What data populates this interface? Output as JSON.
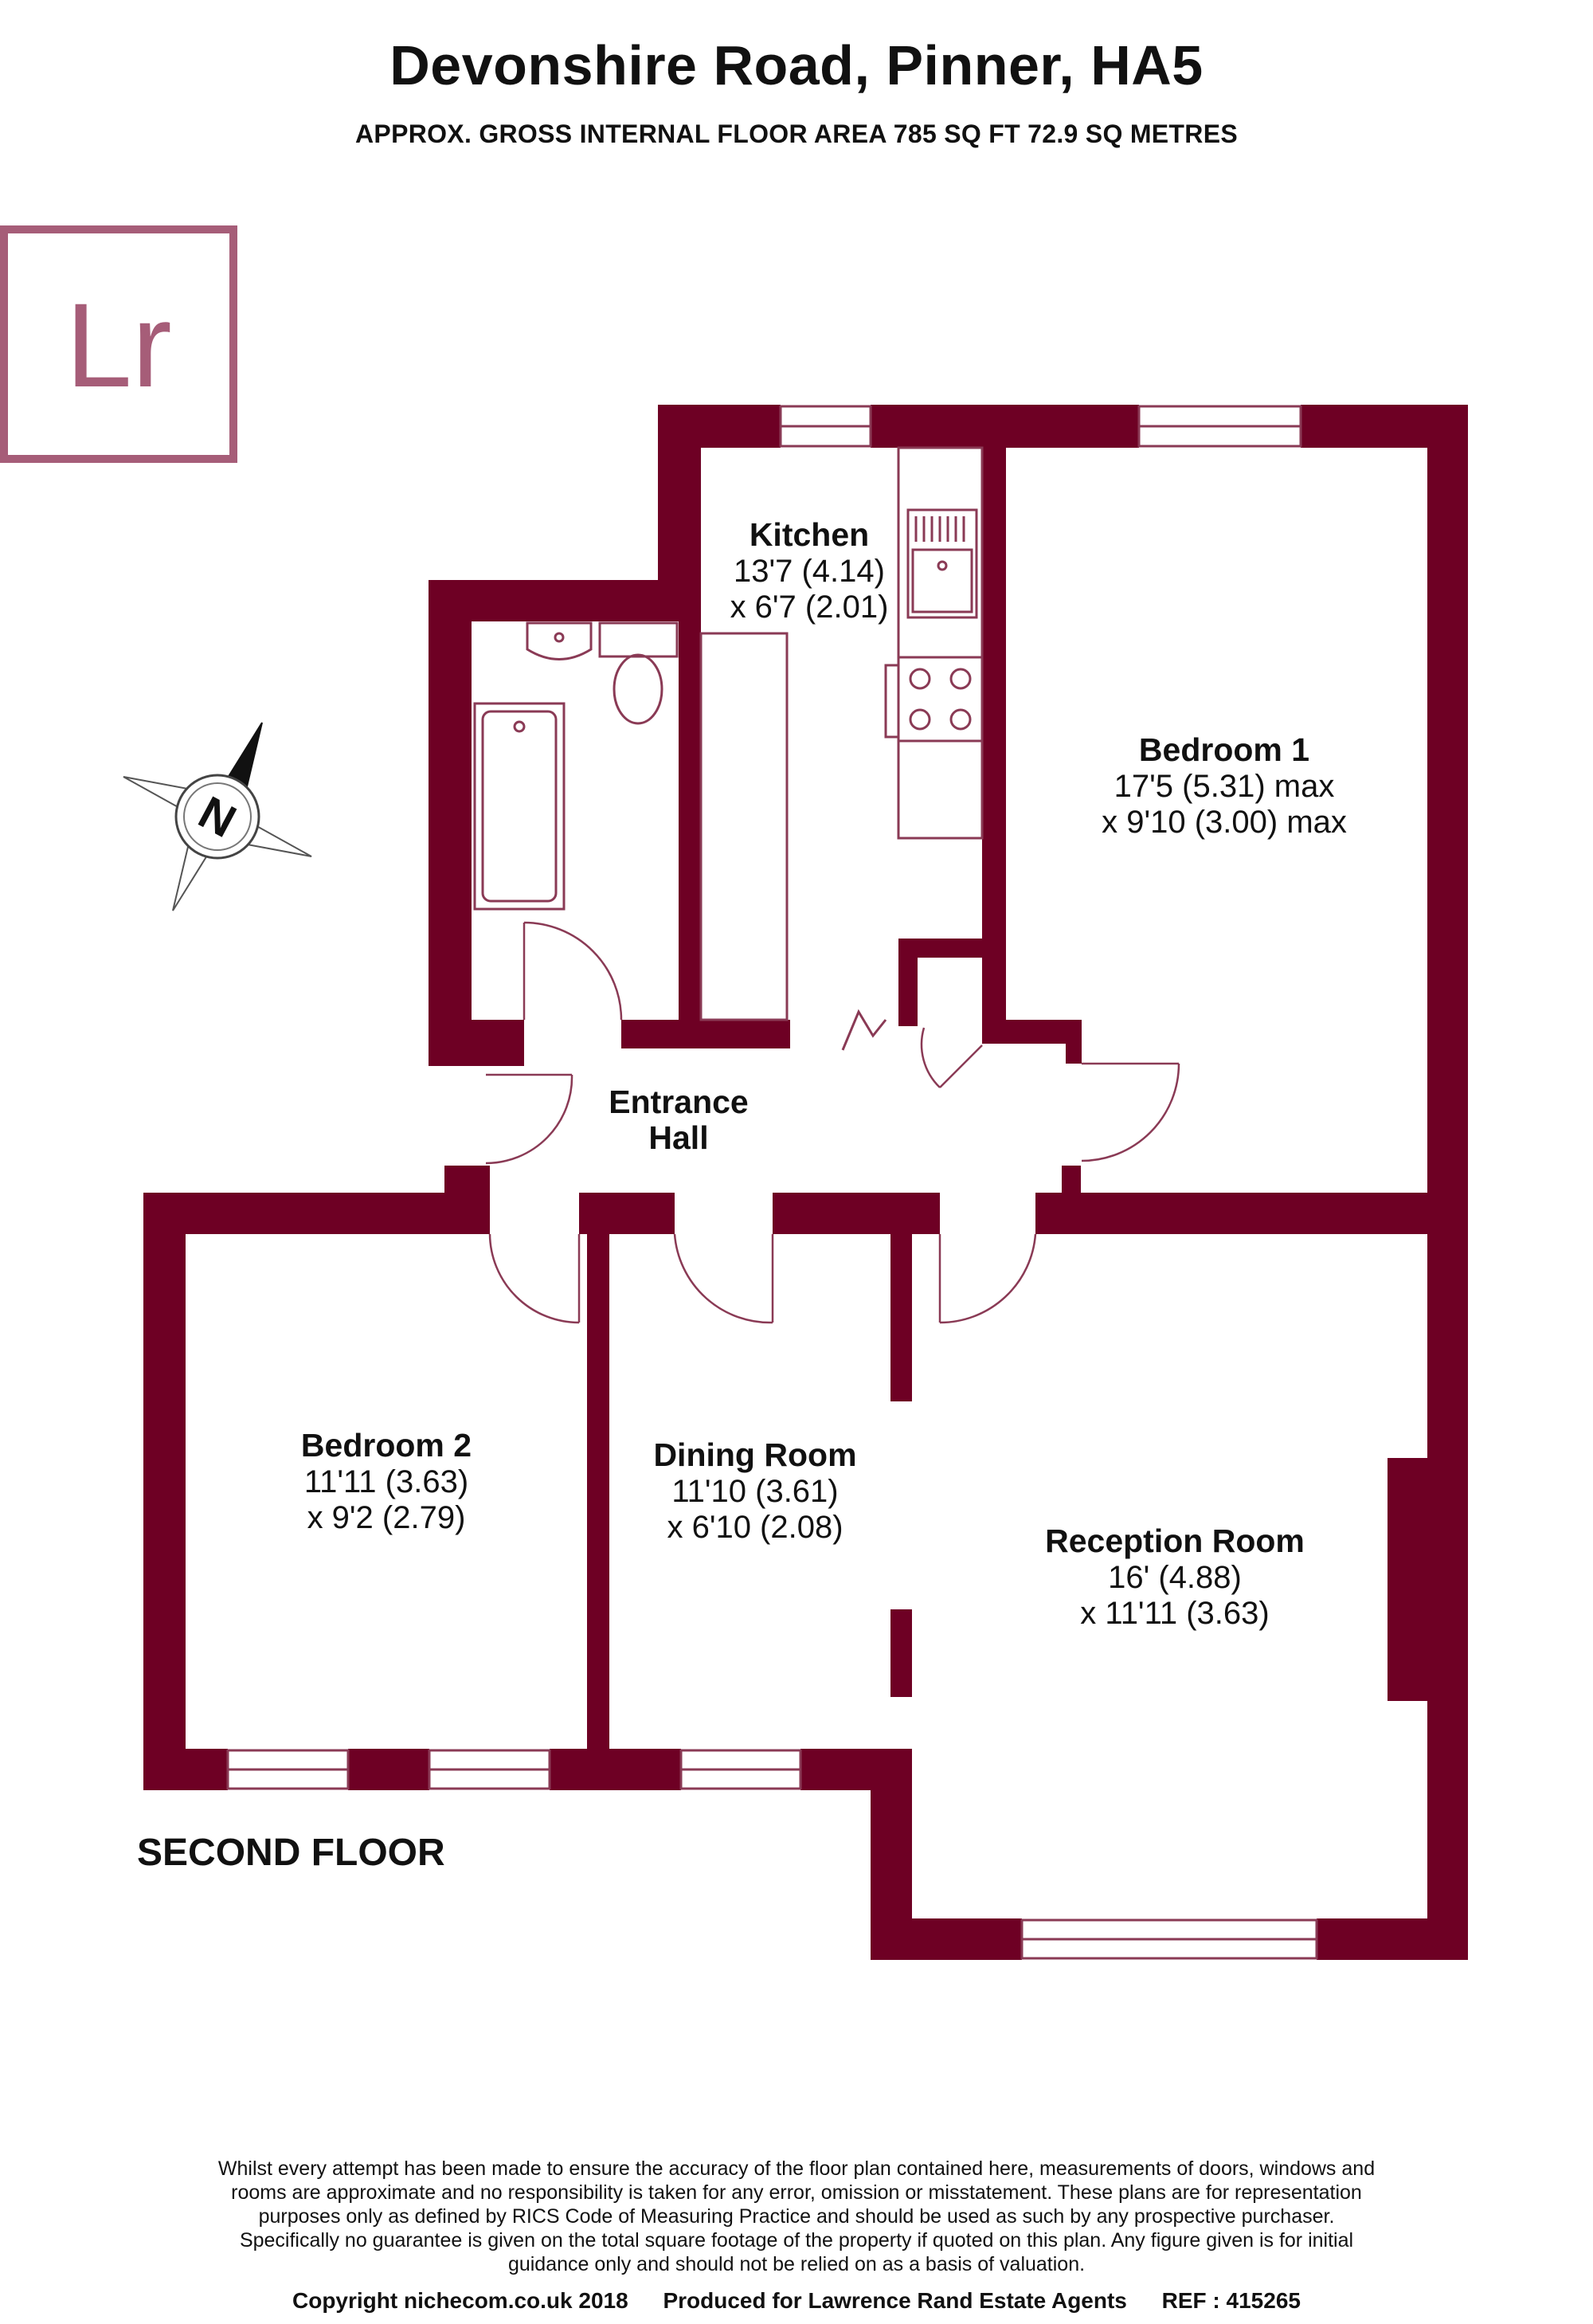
{
  "header": {
    "title": "Devonshire Road, Pinner, HA5",
    "subtitle": "APPROX. GROSS INTERNAL FLOOR AREA 785 SQ FT 72.9 SQ METRES"
  },
  "logo": {
    "text": "Lr",
    "color": "#a65d78"
  },
  "compass": {
    "letter": "N"
  },
  "colors": {
    "wall": "#6e0024",
    "fixture": "#8a3a55"
  },
  "rooms": {
    "kitchen": {
      "name": "Kitchen",
      "dim1": "13'7 (4.14)",
      "dim2": "x 6'7 (2.01)"
    },
    "bedroom1": {
      "name": "Bedroom 1",
      "dim1": "17'5 (5.31) max",
      "dim2": "x 9'10 (3.00) max"
    },
    "entrance": {
      "name1": "Entrance",
      "name2": "Hall"
    },
    "bedroom2": {
      "name": "Bedroom 2",
      "dim1": "11'11 (3.63)",
      "dim2": "x 9'2 (2.79)"
    },
    "dining": {
      "name": "Dining Room",
      "dim1": "11'10 (3.61)",
      "dim2": "x 6'10 (2.08)"
    },
    "reception": {
      "name": "Reception Room",
      "dim1": "16' (4.88)",
      "dim2": "x 11'11 (3.63)"
    }
  },
  "floor_label": "SECOND FLOOR",
  "disclaimer": [
    "Whilst every attempt has been made to ensure the accuracy of the floor plan contained here, measurements of doors, windows and",
    "rooms are approximate and no responsibility is taken for any error, omission or misstatement. These plans are for representation",
    "purposes only as defined by RICS Code of Measuring Practice and should be used as such by any prospective purchaser.",
    "Specifically no guarantee is given on the total square footage of the property if quoted on this plan. Any figure given is for initial",
    "guidance only and should not be relied on as a basis of valuation."
  ],
  "footer": {
    "copyright": "Copyright nichecom.co.uk 2018",
    "produced": "Produced for Lawrence Rand Estate Agents",
    "ref": "REF : 415265"
  }
}
